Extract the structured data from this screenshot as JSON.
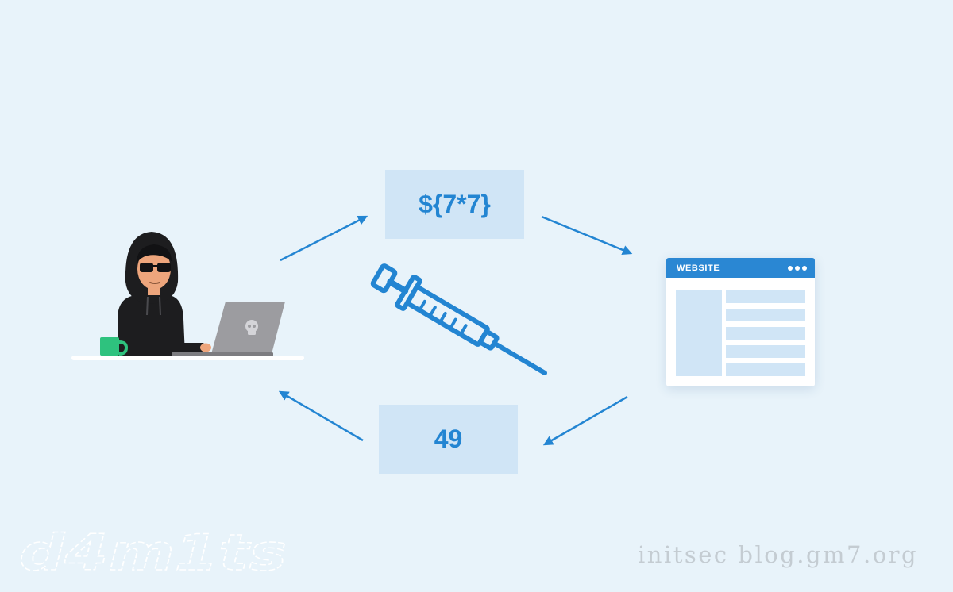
{
  "payload": {
    "text": "${7*7}"
  },
  "result": {
    "text": "49"
  },
  "website": {
    "title": "WEBSITE"
  },
  "watermark": {
    "text": "initsec blog.gm7.org",
    "logo_text": "d4m1ts"
  },
  "icons": {
    "attacker": "hooded-hacker-with-laptop-icon",
    "mug": "mug-icon",
    "skull": "skull-icon",
    "syringe": "syringe-icon",
    "menu": "more-dots-icon"
  },
  "colors": {
    "background": "#e8f3fa",
    "accent": "#2385d2",
    "box_fill": "#d0e5f6",
    "mug": "#2ec27e"
  }
}
